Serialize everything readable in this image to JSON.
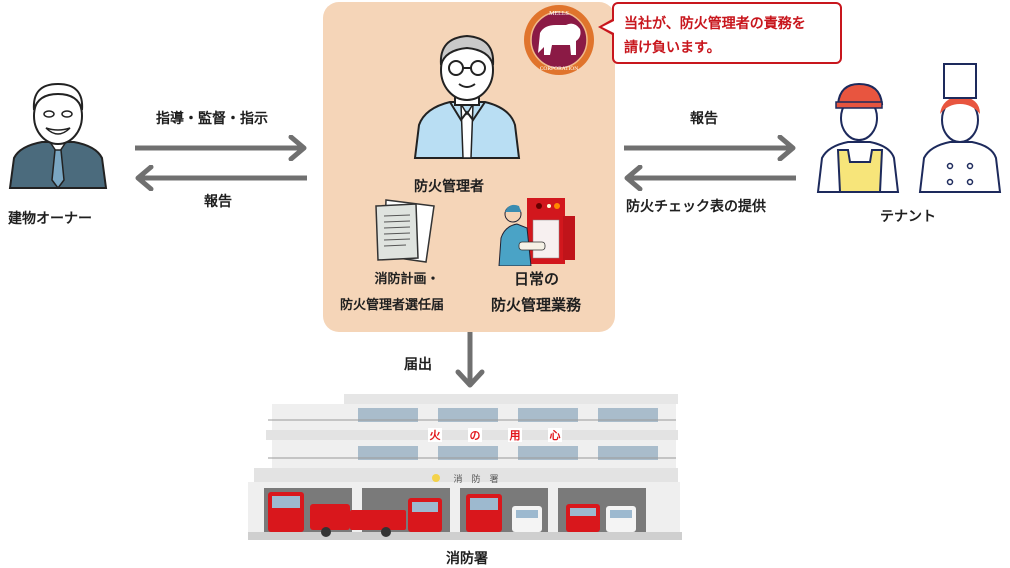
{
  "diagram": {
    "center": {
      "role_label": "防火管理者",
      "logo": {
        "top_text": "MELLS",
        "bottom_text": "CORPORATION",
        "ring_color": "#e0742c",
        "inner_color": "#8b1a45"
      },
      "callout_line1": "当社が、防火管理者の責務を",
      "callout_line2": "請け負います。",
      "doc_label_line1": "消防計画・",
      "doc_label_line2": "防火管理者選任届",
      "work_label_line1": "日常の",
      "work_label_line2": "防火管理業務",
      "bg_color": "#f5d5b8",
      "accent_color": "#c8161d"
    },
    "left": {
      "actor_label": "建物オーナー",
      "arrow_right_label": "指導・監督・指示",
      "arrow_left_label": "報告"
    },
    "right": {
      "actor_label": "テナント",
      "arrow_right_label": "報告",
      "arrow_left_label": "防火チェック表の提供"
    },
    "bottom": {
      "arrow_label": "届出",
      "actor_label": "消防署",
      "banner_chars": [
        "火",
        "の",
        "用",
        "心"
      ],
      "sign_text": "消　防　署"
    },
    "arrow_color": "#707070"
  }
}
